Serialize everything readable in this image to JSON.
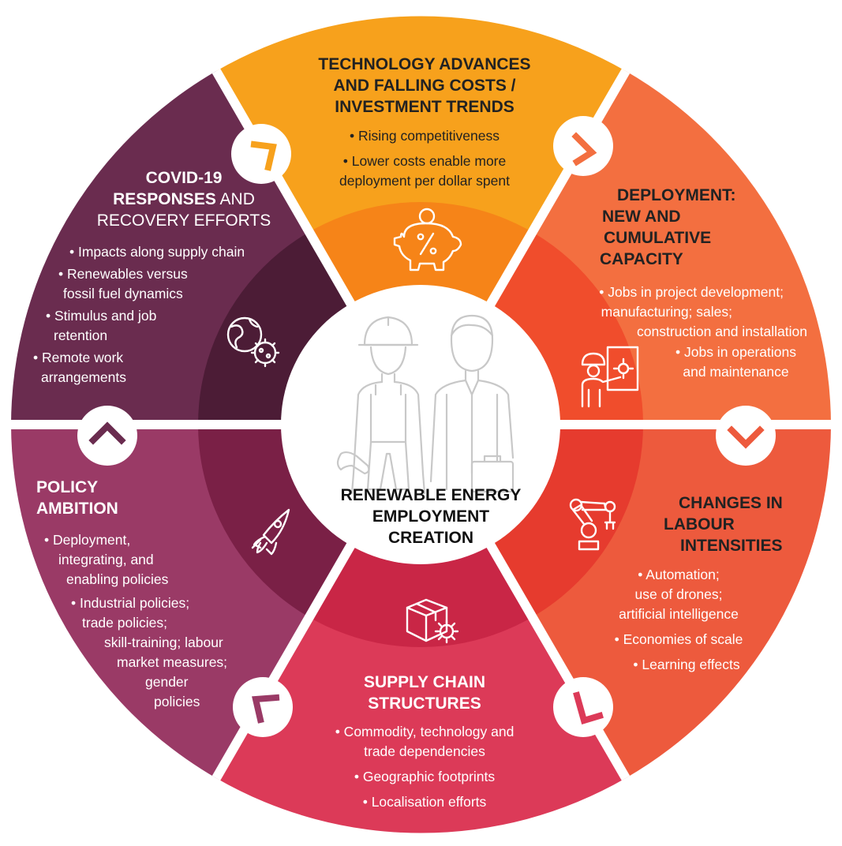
{
  "center": {
    "title_lines": [
      "RENEWABLE ENERGY",
      "EMPLOYMENT",
      "CREATION"
    ],
    "illustration": [
      "female-worker-icon",
      "male-worker-icon"
    ]
  },
  "segments": {
    "technology": {
      "title_lines": [
        "TECHNOLOGY ADVANCES",
        "AND FALLING COSTS /",
        "INVESTMENT TRENDS"
      ],
      "bullet_lines": [
        [
          "• Rising competitiveness"
        ],
        [
          "• Lower costs enable more",
          "deployment per dollar spent"
        ]
      ],
      "icon": "piggy-bank-percent-icon",
      "color": "#f7a11c"
    },
    "deployment": {
      "title_lines": [
        "DEPLOYMENT:",
        "NEW AND",
        "CUMULATIVE",
        "CAPACITY"
      ],
      "bullet_lines": [
        [
          "• Jobs in project development;",
          "manufacturing; sales;",
          "construction and installation"
        ],
        [
          "• Jobs in operations",
          "and maintenance"
        ]
      ],
      "icon": "engineer-presentation-icon",
      "color": "#f36f40"
    },
    "labour": {
      "title_lines": [
        "CHANGES IN",
        "LABOUR",
        "INTENSITIES"
      ],
      "bullet_lines": [
        [
          "• Automation;",
          "use of drones;",
          "artificial intelligence"
        ],
        [
          "• Economies of scale"
        ],
        [
          "• Learning effects"
        ]
      ],
      "icon": "robotic-arm-icon",
      "color": "#ed5a3d"
    },
    "supply": {
      "title_lines": [
        "SUPPLY CHAIN",
        "STRUCTURES"
      ],
      "bullet_lines": [
        [
          "• Commodity, technology and",
          "trade dependencies"
        ],
        [
          "• Geographic footprints"
        ],
        [
          "• Localisation efforts"
        ]
      ],
      "icon": "package-gear-icon",
      "color": "#dc3a58"
    },
    "policy": {
      "title_lines": [
        "POLICY",
        "AMBITION"
      ],
      "bullet_lines": [
        [
          "• Deployment,",
          "integrating, and",
          "enabling policies"
        ],
        [
          "• Industrial policies;",
          "trade policies;",
          "skill-training; labour",
          "market measures;",
          "gender",
          "policies"
        ]
      ],
      "icon": "rocket-icon",
      "color": "#9a3a66"
    },
    "covid": {
      "title_bold_1": "COVID-19",
      "title_bold_2": "RESPONSES",
      "title_rest_2": " AND",
      "title_line_3": "RECOVERY EFFORTS",
      "bullet_lines": [
        [
          "• Impacts along supply chain"
        ],
        [
          "• Renewables versus",
          "fossil fuel dynamics"
        ],
        [
          "• Stimulus and job",
          "retention"
        ],
        [
          "• Remote work",
          "arrangements"
        ]
      ],
      "icon": "globe-virus-icon",
      "color": "#6a2c4f"
    }
  },
  "connectors": [
    "chevron-icon",
    "chevron-icon",
    "chevron-icon",
    "chevron-icon",
    "chevron-icon",
    "chevron-icon"
  ]
}
